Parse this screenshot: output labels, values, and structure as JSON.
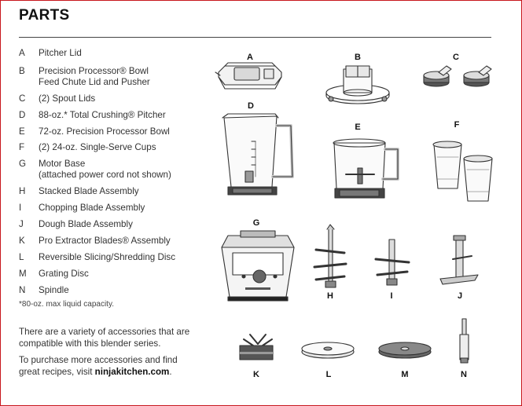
{
  "title": "PARTS",
  "parts": [
    {
      "letter": "A",
      "line1": "Pitcher Lid",
      "line2": ""
    },
    {
      "letter": "B",
      "line1": "Precision Processor® Bowl",
      "line2": "Feed Chute Lid and Pusher"
    },
    {
      "letter": "C",
      "line1": "(2) Spout Lids",
      "line2": ""
    },
    {
      "letter": "D",
      "line1": "88-oz.* Total Crushing® Pitcher",
      "line2": ""
    },
    {
      "letter": "E",
      "line1": "72-oz. Precision Processor Bowl",
      "line2": ""
    },
    {
      "letter": "F",
      "line1": "(2) 24-oz. Single-Serve Cups",
      "line2": ""
    },
    {
      "letter": "G",
      "line1": "Motor Base",
      "line2": "(attached power cord not shown)"
    },
    {
      "letter": "H",
      "line1": "Stacked Blade Assembly",
      "line2": ""
    },
    {
      "letter": "I",
      "line1": "Chopping Blade Assembly",
      "line2": ""
    },
    {
      "letter": "J",
      "line1": "Dough Blade Assembly",
      "line2": ""
    },
    {
      "letter": "K",
      "line1": "Pro Extractor Blades® Assembly",
      "line2": ""
    },
    {
      "letter": "L",
      "line1": "Reversible Slicing/Shredding Disc",
      "line2": ""
    },
    {
      "letter": "M",
      "line1": "Grating Disc",
      "line2": ""
    },
    {
      "letter": "N",
      "line1": "Spindle",
      "line2": ""
    }
  ],
  "footnote": "*80-oz. max liquid capacity.",
  "accessories_line1": "There are a variety of accessories that are",
  "accessories_line2": "compatible with this blender series.",
  "purchase_line1": "To purchase more accessories and find",
  "purchase_line2_prefix": "great recipes, visit ",
  "purchase_url": "ninjakitchen.com",
  "purchase_suffix": ".",
  "figure_labels": [
    "A",
    "B",
    "C",
    "D",
    "E",
    "F",
    "G",
    "H",
    "I",
    "J",
    "K",
    "L",
    "M",
    "N"
  ],
  "colors": {
    "border": "#c8161d",
    "text": "#231f20",
    "line": "#444444"
  }
}
